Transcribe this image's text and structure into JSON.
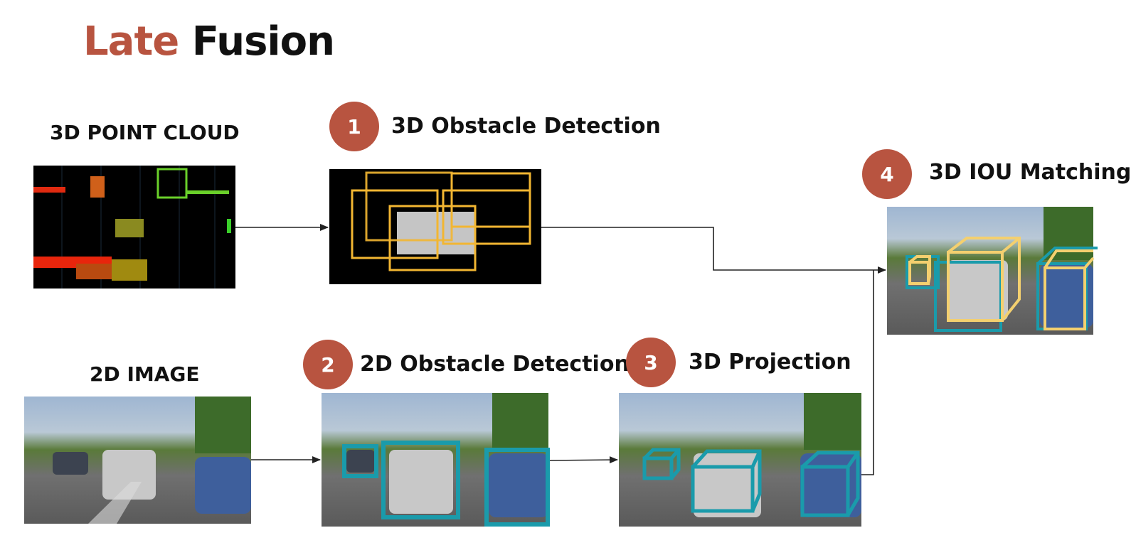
{
  "title": {
    "accent": "Late",
    "main": "Fusion"
  },
  "inputs": {
    "point_cloud_label": "3D POINT CLOUD",
    "image_label": "2D IMAGE"
  },
  "steps": [
    {
      "number": "1",
      "label": "3D Obstacle Detection"
    },
    {
      "number": "2",
      "label": "2D Obstacle Detection"
    },
    {
      "number": "3",
      "label": "3D Projection"
    },
    {
      "number": "4",
      "label": "3D IOU Matching"
    }
  ],
  "colors": {
    "accent": "#b85440",
    "box_3d_lidar": "#f2b632",
    "box_2d_camera": "#1a9bab",
    "match_yellow": "#f4d06f"
  }
}
